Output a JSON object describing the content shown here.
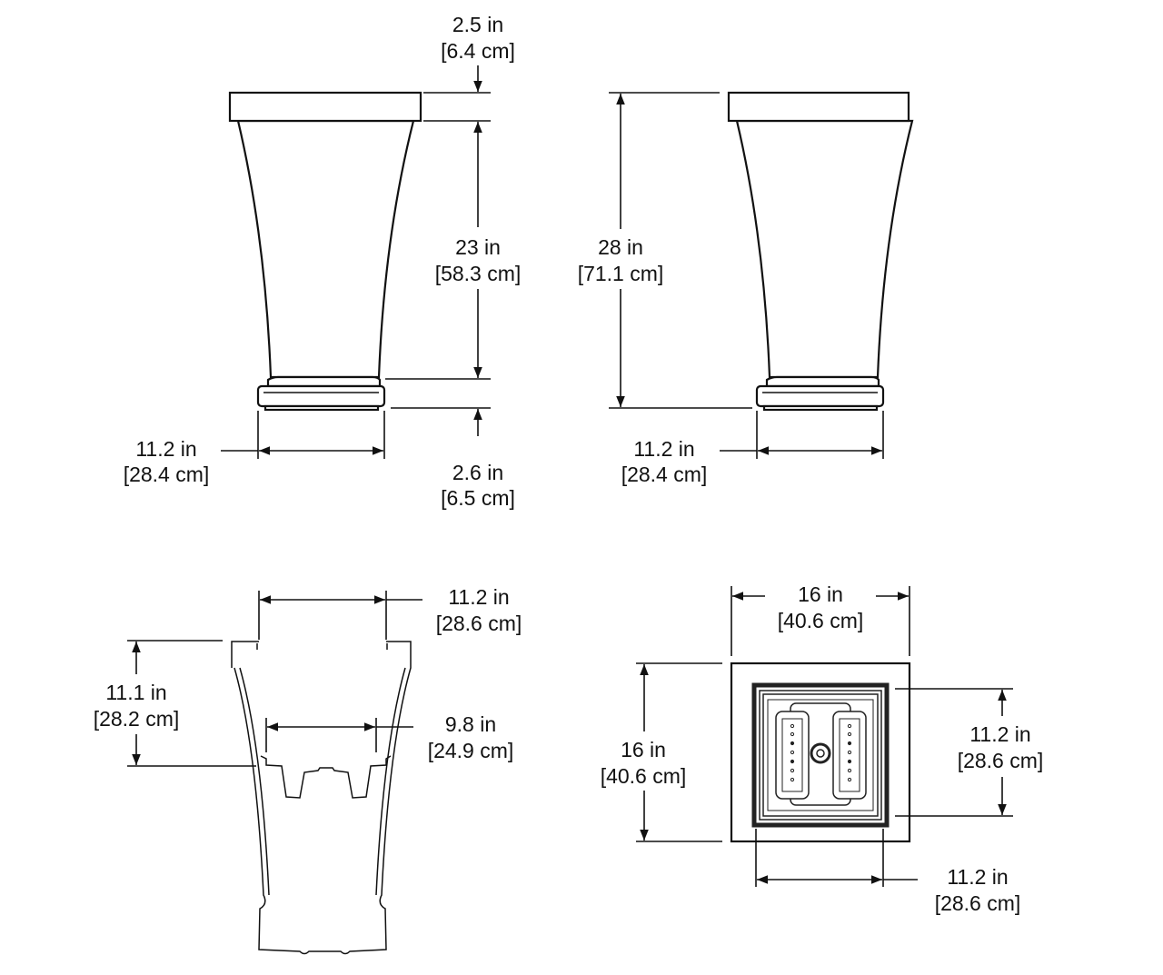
{
  "front_view": {
    "rim_height": {
      "in": "2.5 in",
      "cm": "[6.4 cm]"
    },
    "body_height": {
      "in": "23 in",
      "cm": "[58.3 cm]"
    },
    "base_width": {
      "in": "11.2 in",
      "cm": "[28.4 cm]"
    },
    "base_height": {
      "in": "2.6 in",
      "cm": "[6.5 cm]"
    }
  },
  "side_view": {
    "total_height": {
      "in": "28 in",
      "cm": "[71.1 cm]"
    },
    "base_width": {
      "in": "11.2 in",
      "cm": "[28.4 cm]"
    }
  },
  "section_view": {
    "opening_width": {
      "in": "11.2 in",
      "cm": "[28.6 cm]"
    },
    "insert_depth": {
      "in": "11.1 in",
      "cm": "[28.2 cm]"
    },
    "insert_width": {
      "in": "9.8 in",
      "cm": "[24.9 cm]"
    }
  },
  "top_view": {
    "outer_width": {
      "in": "16 in",
      "cm": "[40.6 cm]"
    },
    "outer_depth": {
      "in": "16 in",
      "cm": "[40.6 cm]"
    },
    "inner_depth": {
      "in": "11.2 in",
      "cm": "[28.6 cm]"
    },
    "inner_width": {
      "in": "11.2 in",
      "cm": "[28.6 cm]"
    }
  }
}
